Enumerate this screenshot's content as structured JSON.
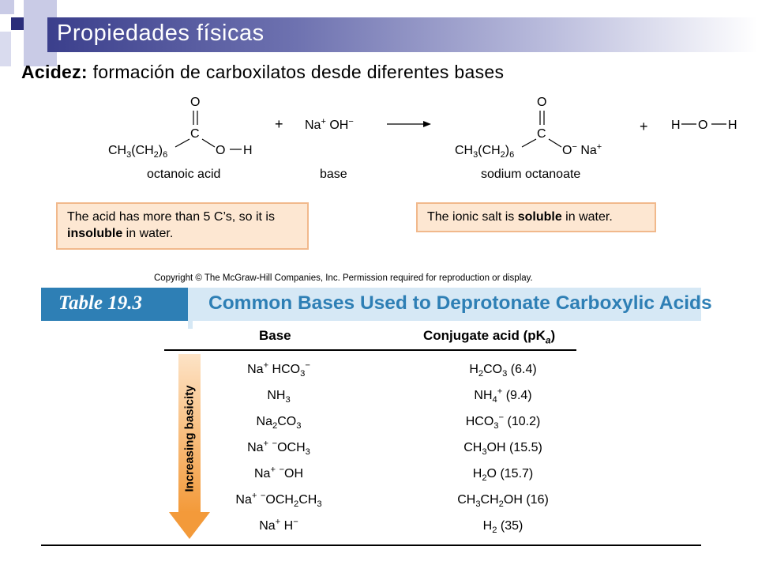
{
  "slide": {
    "title": "Propiedades físicas",
    "subtitle_bold": "Acidez:",
    "subtitle_rest": " formación de carboxilatos desde diferentes bases"
  },
  "reaction": {
    "acid_caption": "octanoic acid",
    "base_caption": "base",
    "product_caption": "sodium octanoate",
    "plus": "+",
    "water": "H—O—H"
  },
  "notes": {
    "left_pre": "The acid has more than 5 C’s, so it is ",
    "left_bold": "insoluble",
    "left_post": " in water.",
    "right_pre": "The ionic salt is ",
    "right_bold": "soluble",
    "right_post": " in water."
  },
  "copyright": "Copyright © The McGraw-Hill Companies, Inc. Permission required for reproduction or display.",
  "table": {
    "label": "Table 19.3",
    "title": "Common Bases Used to Deprotonate Carboxylic Acids",
    "col_base": "Base",
    "col_conj": "Conjugate acid (pK",
    "col_conj_sub": "a",
    "col_conj_end": ")",
    "arrow_label": "Increasing basicity",
    "arrow_color": "#f39a3a",
    "header_color": "#2e7fb5"
  }
}
